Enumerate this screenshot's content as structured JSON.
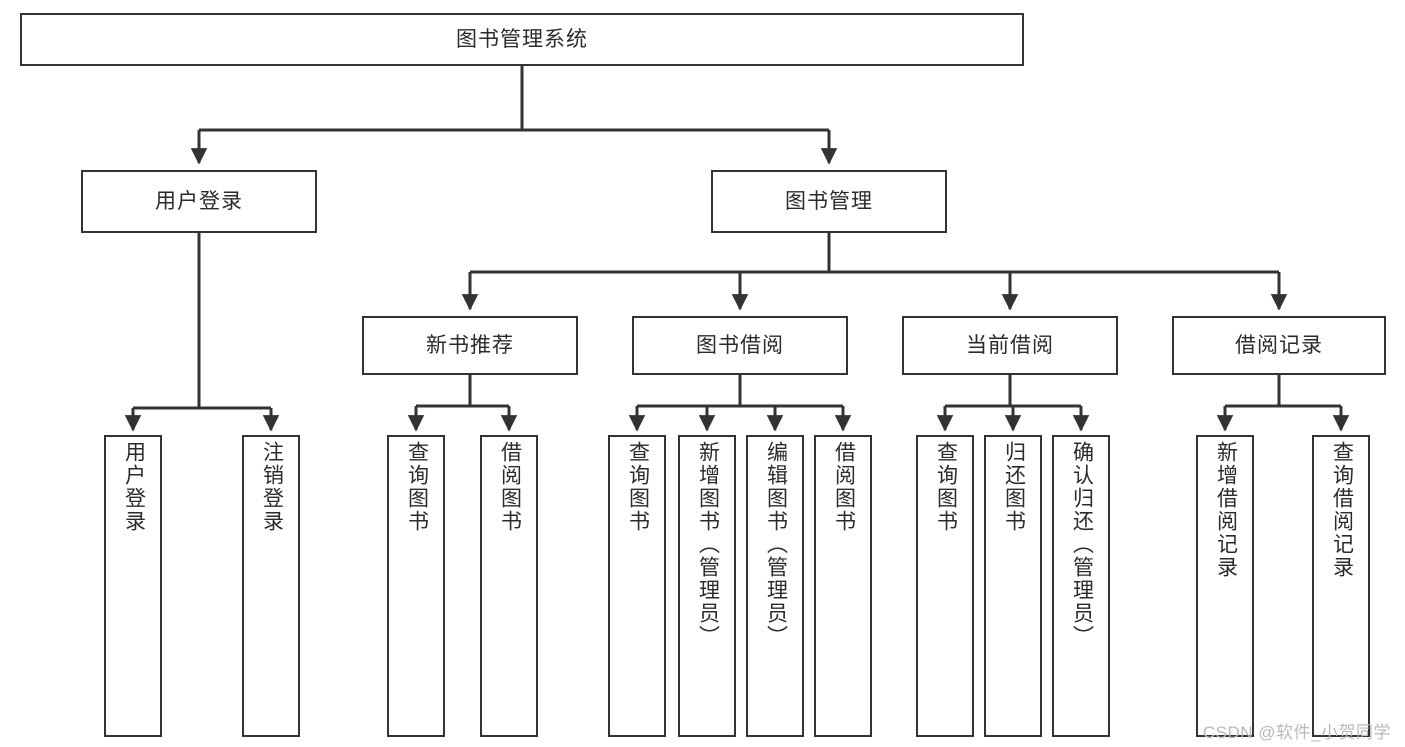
{
  "diagram": {
    "type": "tree",
    "title": "图书管理系统",
    "watermark": "CSDN @软件_小贺同学",
    "colors": {
      "background": "#ffffff",
      "node_border": "#333333",
      "node_fill": "#ffffff",
      "edge": "#333333",
      "text": "#2b2b2b",
      "watermark": "#b9b9b9"
    },
    "nodes": {
      "root": {
        "label": "图书管理系统",
        "orientation": "horizontal",
        "level": 0
      },
      "user_login": {
        "label": "用户登录",
        "orientation": "horizontal",
        "level": 1
      },
      "book_manage": {
        "label": "图书管理",
        "orientation": "horizontal",
        "level": 1
      },
      "new_book_rec": {
        "label": "新书推荐",
        "orientation": "horizontal",
        "level": 2
      },
      "book_borrow": {
        "label": "图书借阅",
        "orientation": "horizontal",
        "level": 2
      },
      "current_borrow": {
        "label": "当前借阅",
        "orientation": "horizontal",
        "level": 2
      },
      "borrow_record": {
        "label": "借阅记录",
        "orientation": "horizontal",
        "level": 2
      },
      "leaf_user_login": {
        "label": "用户登录",
        "orientation": "vertical",
        "level": 2
      },
      "leaf_logout": {
        "label": "注销登录",
        "orientation": "vertical",
        "level": 2
      },
      "leaf_query_book_rec": {
        "label": "查询图书",
        "orientation": "vertical",
        "level": 3
      },
      "leaf_borrow_book_rec": {
        "label": "借阅图书",
        "orientation": "vertical",
        "level": 3
      },
      "leaf_query_book_b": {
        "label": "查询图书",
        "orientation": "vertical",
        "level": 3
      },
      "leaf_add_book": {
        "label": "新增图书（管理员）",
        "orientation": "vertical",
        "level": 3
      },
      "leaf_edit_book": {
        "label": "编辑图书（管理员）",
        "orientation": "vertical",
        "level": 3
      },
      "leaf_borrow_book_b": {
        "label": "借阅图书",
        "orientation": "vertical",
        "level": 3
      },
      "leaf_query_book_c": {
        "label": "查询图书",
        "orientation": "vertical",
        "level": 3
      },
      "leaf_return_book": {
        "label": "归还图书",
        "orientation": "vertical",
        "level": 3
      },
      "leaf_confirm_return": {
        "label": "确认归还（管理员）",
        "orientation": "vertical",
        "level": 3
      },
      "leaf_add_record": {
        "label": "新增借阅记录",
        "orientation": "vertical",
        "level": 3
      },
      "leaf_query_record": {
        "label": "查询借阅记录",
        "orientation": "vertical",
        "level": 3
      }
    },
    "edges": [
      {
        "from": "root",
        "to": "user_login"
      },
      {
        "from": "root",
        "to": "book_manage"
      },
      {
        "from": "user_login",
        "to": "leaf_user_login"
      },
      {
        "from": "user_login",
        "to": "leaf_logout"
      },
      {
        "from": "book_manage",
        "to": "new_book_rec"
      },
      {
        "from": "book_manage",
        "to": "book_borrow"
      },
      {
        "from": "book_manage",
        "to": "current_borrow"
      },
      {
        "from": "book_manage",
        "to": "borrow_record"
      },
      {
        "from": "new_book_rec",
        "to": "leaf_query_book_rec"
      },
      {
        "from": "new_book_rec",
        "to": "leaf_borrow_book_rec"
      },
      {
        "from": "book_borrow",
        "to": "leaf_query_book_b"
      },
      {
        "from": "book_borrow",
        "to": "leaf_add_book"
      },
      {
        "from": "book_borrow",
        "to": "leaf_edit_book"
      },
      {
        "from": "book_borrow",
        "to": "leaf_borrow_book_b"
      },
      {
        "from": "current_borrow",
        "to": "leaf_query_book_c"
      },
      {
        "from": "current_borrow",
        "to": "leaf_return_book"
      },
      {
        "from": "current_borrow",
        "to": "leaf_confirm_return"
      },
      {
        "from": "borrow_record",
        "to": "leaf_add_record"
      },
      {
        "from": "borrow_record",
        "to": "leaf_query_record"
      }
    ]
  }
}
